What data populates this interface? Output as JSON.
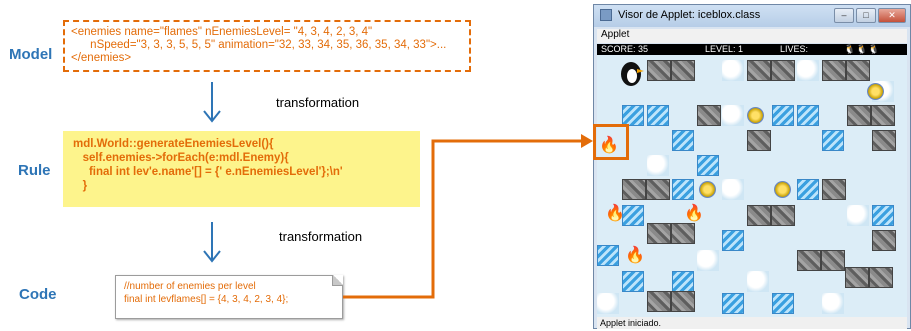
{
  "labels": {
    "model": "Model",
    "rule": "Rule",
    "code": "Code"
  },
  "transform": {
    "first": "transformation",
    "second": "transformation"
  },
  "model_lines": [
    "<enemies name=\"flames\" nEnemiesLevel= \"4, 3, 4, 2, 3, 4\"",
    "      nSpeed=\"3, 3, 3, 5, 5, 5\" animation=\"32, 33, 34, 35, 36, 35, 34, 33\">...",
    "</enemies>"
  ],
  "rule_lines": [
    "mdl.World::generateEnemiesLevel(){",
    "   self.enemies->forEach(e:mdl.Enemy){",
    "     final int lev'e.name'[] = {' e.nEnemiesLevel'};\\n'",
    "   }"
  ],
  "code_lines": [
    "//number of enemies per level",
    "final int levflames[] = {4, 3, 4, 2, 3, 4};"
  ],
  "applet": {
    "title": "Visor de Applet: iceblox.class",
    "menu": "Applet",
    "score": "SCORE: 35",
    "level": "LEVEL:  1",
    "lives": "LIVES:",
    "status": "Applet iniciado."
  },
  "colors": {
    "accent": "#e36c09",
    "label": "#2e75b6",
    "rule_bg": "#fdf48c"
  }
}
